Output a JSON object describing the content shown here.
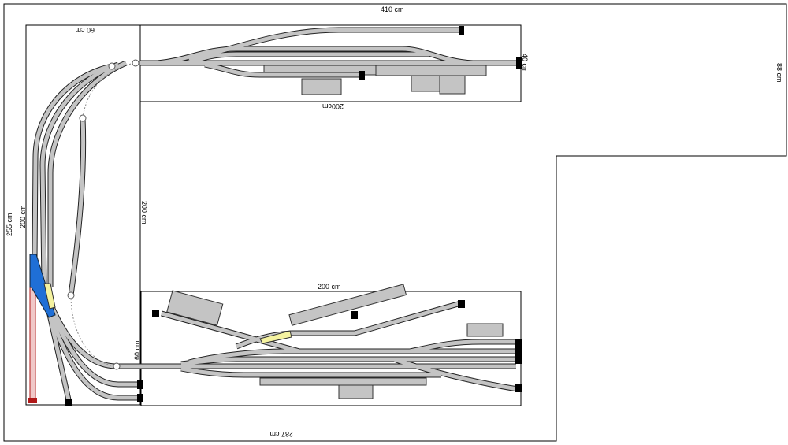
{
  "dimensions": {
    "room_top": "410 cm",
    "room_left": "255 cm",
    "room_right": "88 cm",
    "room_bottom": "287 cm",
    "left_board_top": "60 cm",
    "left_board_left": "200 cm",
    "left_board_right": "200 cm",
    "top_board_bottom": "200cm",
    "top_board_right": "40 cm",
    "bottom_board_top": "200 cm",
    "bottom_board_left": "60 cm"
  },
  "colors": {
    "track": "#c4c4c4",
    "selected_blue": "#1f6fd6",
    "selected_yellow": "#f5f3a0",
    "selected_red": "#b01818"
  }
}
